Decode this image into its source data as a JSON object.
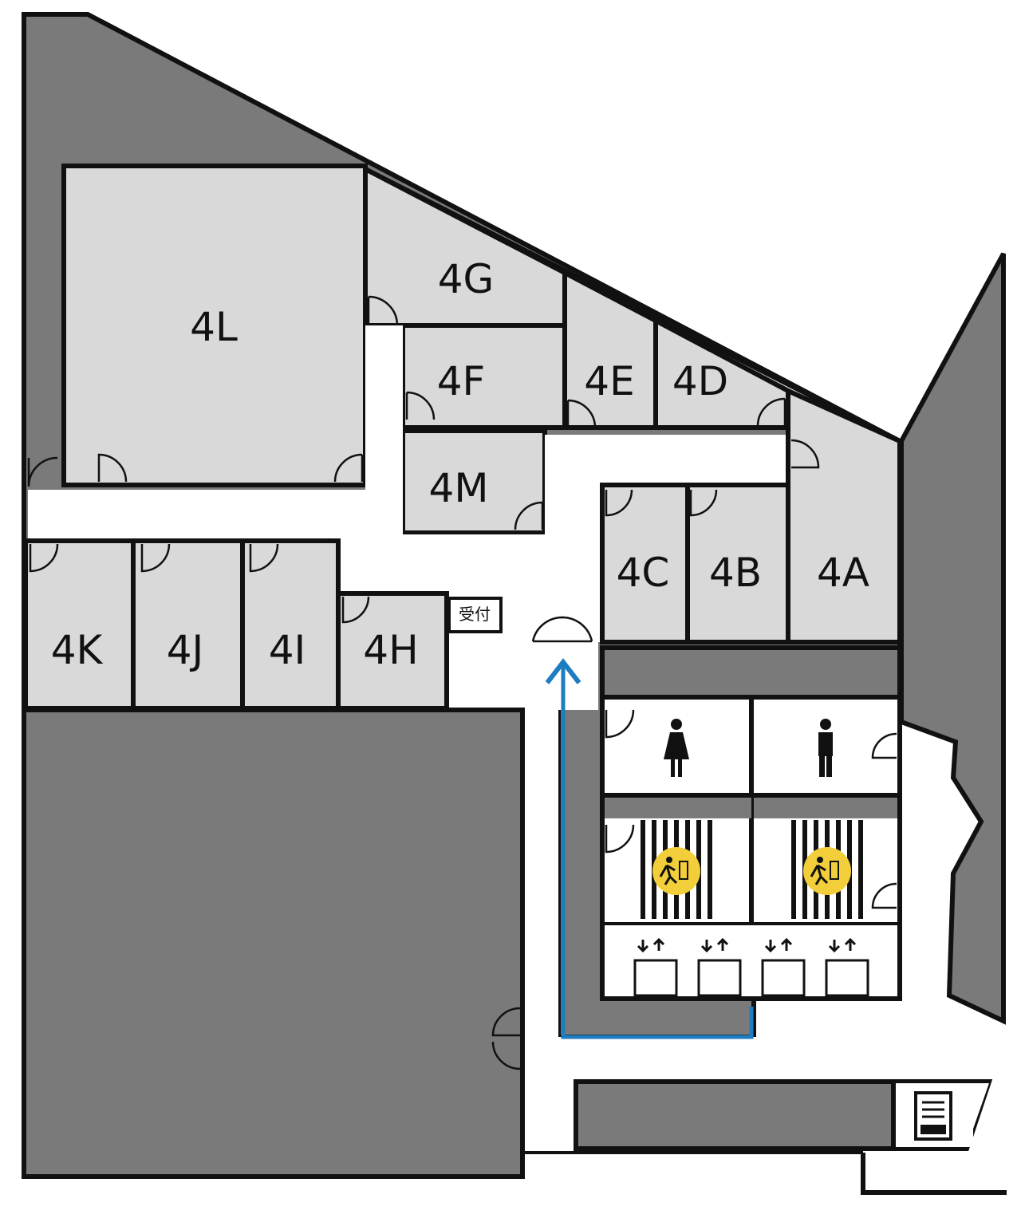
{
  "floor_map": {
    "rooms": [
      {
        "id": "4A",
        "label": "4A"
      },
      {
        "id": "4B",
        "label": "4B"
      },
      {
        "id": "4C",
        "label": "4C"
      },
      {
        "id": "4D",
        "label": "4D"
      },
      {
        "id": "4E",
        "label": "4E"
      },
      {
        "id": "4F",
        "label": "4F"
      },
      {
        "id": "4G",
        "label": "4G"
      },
      {
        "id": "4H",
        "label": "4H"
      },
      {
        "id": "4I",
        "label": "4I"
      },
      {
        "id": "4J",
        "label": "4J"
      },
      {
        "id": "4K",
        "label": "4K"
      },
      {
        "id": "4L",
        "label": "4L"
      },
      {
        "id": "4M",
        "label": "4M"
      }
    ],
    "reception_label": "受付",
    "icons": [
      "womens-restroom-icon",
      "mens-restroom-icon",
      "emergency-exit-icon",
      "elevator-icon",
      "vending-machine-icon"
    ],
    "colors": {
      "room_fill": "#d9d9d9",
      "structure_fill": "#7a7a7a",
      "corridor_fill": "#ffffff",
      "wall": "#111111",
      "route": "#1e7dc0",
      "exit_sign": "#f2cf3a"
    }
  }
}
